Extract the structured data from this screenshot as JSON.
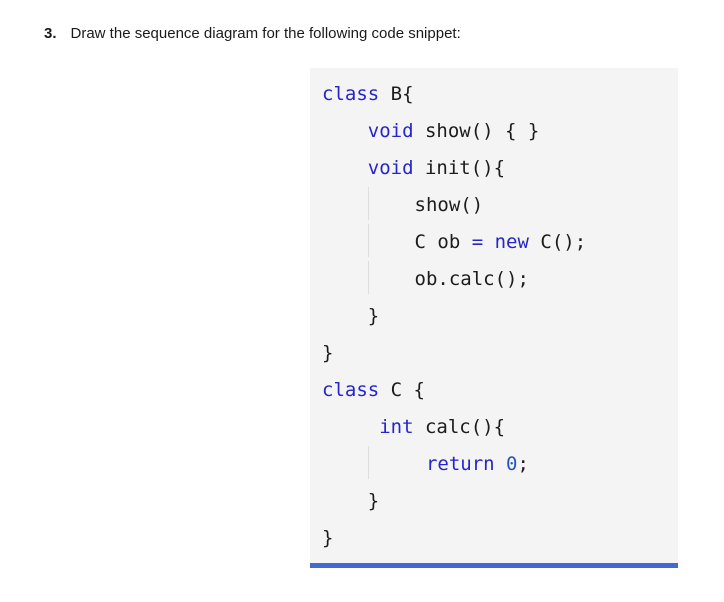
{
  "question": {
    "number": "3.",
    "text": "Draw the sequence diagram for the following code snippet:"
  },
  "colors": {
    "keyword": "#2525c9",
    "number": "#2456c0",
    "plain": "#1c1c1c",
    "code_bg": "#f4f4f4",
    "indent_guide": "#dedede",
    "bottom_bar": "#4169d1"
  },
  "code": {
    "language": "java",
    "lines": [
      {
        "indent": 0,
        "tokens": [
          {
            "t": "class",
            "k": "keyword"
          },
          {
            "t": " B{",
            "k": "plain"
          }
        ]
      },
      {
        "indent": 1,
        "tokens": [
          {
            "t": "void",
            "k": "keyword"
          },
          {
            "t": " show() { }",
            "k": "plain"
          }
        ]
      },
      {
        "indent": 1,
        "tokens": [
          {
            "t": "void",
            "k": "keyword"
          },
          {
            "t": " init(){",
            "k": "plain"
          }
        ]
      },
      {
        "indent": 2,
        "tokens": [
          {
            "t": "show()",
            "k": "plain"
          }
        ]
      },
      {
        "indent": 2,
        "tokens": [
          {
            "t": "C ob ",
            "k": "plain"
          },
          {
            "t": "=",
            "k": "keyword"
          },
          {
            "t": " ",
            "k": "plain"
          },
          {
            "t": "new",
            "k": "keyword"
          },
          {
            "t": " C();",
            "k": "plain"
          }
        ]
      },
      {
        "indent": 2,
        "tokens": [
          {
            "t": "ob.calc();",
            "k": "plain"
          }
        ]
      },
      {
        "indent": 1,
        "tokens": [
          {
            "t": "}",
            "k": "plain"
          }
        ]
      },
      {
        "indent": 0,
        "tokens": [
          {
            "t": "}",
            "k": "plain"
          }
        ]
      },
      {
        "indent": 0,
        "tokens": [
          {
            "t": "class",
            "k": "keyword"
          },
          {
            "t": " C {",
            "k": "plain"
          }
        ]
      },
      {
        "indent": 1,
        "tokens": [
          {
            "t": " int",
            "k": "keyword"
          },
          {
            "t": " calc(){",
            "k": "plain"
          }
        ]
      },
      {
        "indent": 2,
        "tokens": [
          {
            "t": " return",
            "k": "keyword"
          },
          {
            "t": " 0",
            "k": "number"
          },
          {
            "t": ";",
            "k": "plain"
          }
        ]
      },
      {
        "indent": 1,
        "tokens": [
          {
            "t": "}",
            "k": "plain"
          }
        ]
      },
      {
        "indent": 0,
        "tokens": [
          {
            "t": "}",
            "k": "plain"
          }
        ]
      }
    ]
  }
}
